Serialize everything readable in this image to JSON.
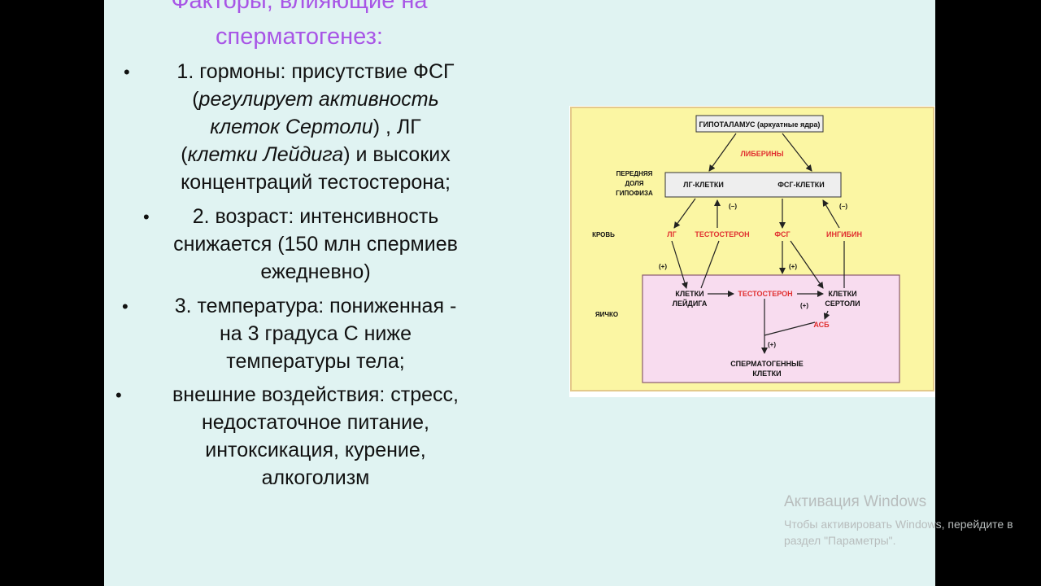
{
  "slide": {
    "title_line1": "Факторы, влияющие на",
    "title_line2": "сперматогенез:",
    "items": [
      {
        "bullet": "•",
        "lines": [
          {
            "parts": [
              {
                "text": "1. гормоны: присутствие ФСГ"
              }
            ]
          },
          {
            "parts": [
              {
                "text": "("
              },
              {
                "text": "регулирует активность",
                "italic": true
              }
            ]
          },
          {
            "parts": [
              {
                "text": "клеток Сертоли",
                "italic": true
              },
              {
                "text": ") , ЛГ"
              }
            ]
          },
          {
            "parts": [
              {
                "text": "("
              },
              {
                "text": "клетки Лейдига",
                "italic": true
              },
              {
                "text": ") и высоких"
              }
            ]
          },
          {
            "parts": [
              {
                "text": "концентраций тестостерона;"
              }
            ]
          }
        ]
      },
      {
        "bullet": "•",
        "lines": [
          {
            "parts": [
              {
                "text": "2. возраст: интенсивность"
              }
            ]
          },
          {
            "parts": [
              {
                "text": "снижается (150 млн спермиев"
              }
            ]
          },
          {
            "parts": [
              {
                "text": "ежедневно)"
              }
            ]
          }
        ]
      },
      {
        "bullet": "•",
        "lines": [
          {
            "parts": [
              {
                "text": "3. температура: пониженная -"
              }
            ]
          },
          {
            "parts": [
              {
                "text": "на 3 градуса С ниже"
              }
            ]
          },
          {
            "parts": [
              {
                "text": "температуры тела;"
              }
            ]
          }
        ]
      },
      {
        "bullet": "•",
        "lines": [
          {
            "parts": [
              {
                "text": "внешние воздействия: стресс,"
              }
            ]
          },
          {
            "parts": [
              {
                "text": "недостаточное питание,"
              }
            ]
          },
          {
            "parts": [
              {
                "text": "интоксикация, курение,"
              }
            ]
          },
          {
            "parts": [
              {
                "text": "алкоголизм"
              }
            ]
          }
        ]
      }
    ]
  },
  "diagram": {
    "hypothalamus": "ГИПОТАЛАМУС (аркуатные ядра)",
    "liberins": "ЛИБЕРИНЫ",
    "pituitary_label": [
      "ПЕРЕДНЯЯ",
      "ДОЛЯ",
      "ГИПОФИЗА"
    ],
    "lh_cells": "ЛГ-КЛЕТКИ",
    "fsh_cells": "ФСГ-КЛЕТКИ",
    "blood_label": "КРОВЬ",
    "lh": "ЛГ",
    "testosterone_blood": "ТЕСТОСТЕРОН",
    "fsh": "ФСГ",
    "inhibin": "ИНГИБИН",
    "testis_label": "ЯИЧКО",
    "leydig": [
      "КЛЕТКИ",
      "ЛЕЙДИГА"
    ],
    "testosterone_testis": "ТЕСТОСТЕРОН",
    "sertoli": [
      "КЛЕТКИ",
      "СЕРТОЛИ"
    ],
    "abp": "АСБ",
    "sperm_cells": [
      "СПЕРМАТОГЕННЫЕ",
      "КЛЕТКИ"
    ],
    "minus": "(−)",
    "plus": "(+)",
    "colors": {
      "outer": "#fbf6a3",
      "inner": "#f8dcef",
      "red_text": "#e03030",
      "box_fill": "#eeeeee"
    }
  },
  "watermark": {
    "title": "Активация Windows",
    "line1": "Чтобы активировать Windows, перейдите в",
    "line2": "раздел \"Параметры\"."
  }
}
